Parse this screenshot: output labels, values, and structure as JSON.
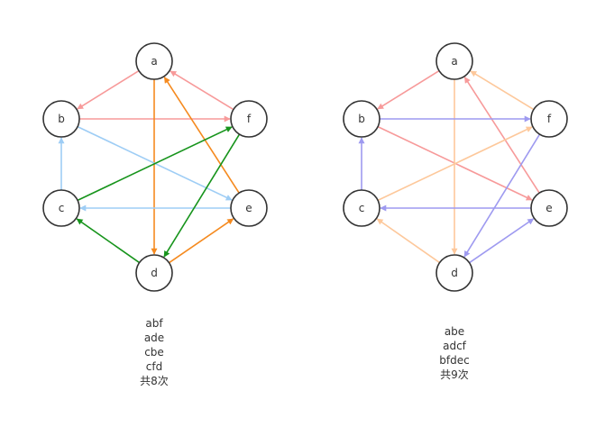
{
  "colors": {
    "pink": "#f79a9a",
    "orange": "#f58a1f",
    "lightblue": "#9ecdf5",
    "green": "#17941c",
    "peach": "#fdc89b",
    "periwinkle": "#9e9af0",
    "node_stroke": "#333333"
  },
  "diagrams": [
    {
      "nodes": [
        {
          "id": "a",
          "label": "a"
        },
        {
          "id": "b",
          "label": "b"
        },
        {
          "id": "f",
          "label": "f"
        },
        {
          "id": "c",
          "label": "c"
        },
        {
          "id": "e",
          "label": "e"
        },
        {
          "id": "d",
          "label": "d"
        }
      ],
      "edges": [
        {
          "from": "a",
          "to": "b",
          "color": "pink"
        },
        {
          "from": "b",
          "to": "f",
          "color": "pink"
        },
        {
          "from": "f",
          "to": "a",
          "color": "pink"
        },
        {
          "from": "a",
          "to": "d",
          "color": "orange"
        },
        {
          "from": "d",
          "to": "e",
          "color": "orange"
        },
        {
          "from": "e",
          "to": "a",
          "color": "orange"
        },
        {
          "from": "c",
          "to": "b",
          "color": "lightblue"
        },
        {
          "from": "b",
          "to": "e",
          "color": "lightblue"
        },
        {
          "from": "e",
          "to": "c",
          "color": "lightblue"
        },
        {
          "from": "c",
          "to": "f",
          "color": "green"
        },
        {
          "from": "f",
          "to": "d",
          "color": "green"
        },
        {
          "from": "d",
          "to": "c",
          "color": "green"
        }
      ],
      "caption": [
        "abf",
        "ade",
        "cbe",
        "cfd",
        "共8次"
      ]
    },
    {
      "nodes": [
        {
          "id": "a",
          "label": "a"
        },
        {
          "id": "b",
          "label": "b"
        },
        {
          "id": "f",
          "label": "f"
        },
        {
          "id": "c",
          "label": "c"
        },
        {
          "id": "e",
          "label": "e"
        },
        {
          "id": "d",
          "label": "d"
        }
      ],
      "edges": [
        {
          "from": "a",
          "to": "b",
          "color": "pink"
        },
        {
          "from": "b",
          "to": "e",
          "color": "pink"
        },
        {
          "from": "e",
          "to": "a",
          "color": "pink"
        },
        {
          "from": "a",
          "to": "d",
          "color": "peach"
        },
        {
          "from": "d",
          "to": "c",
          "color": "peach"
        },
        {
          "from": "c",
          "to": "f",
          "color": "peach"
        },
        {
          "from": "f",
          "to": "a",
          "color": "peach"
        },
        {
          "from": "b",
          "to": "f",
          "color": "periwinkle"
        },
        {
          "from": "f",
          "to": "d",
          "color": "periwinkle"
        },
        {
          "from": "d",
          "to": "e",
          "color": "periwinkle"
        },
        {
          "from": "e",
          "to": "c",
          "color": "periwinkle"
        },
        {
          "from": "c",
          "to": "b",
          "color": "periwinkle"
        }
      ],
      "caption": [
        "abe",
        "adcf",
        "bfdec",
        "共9次"
      ]
    }
  ]
}
